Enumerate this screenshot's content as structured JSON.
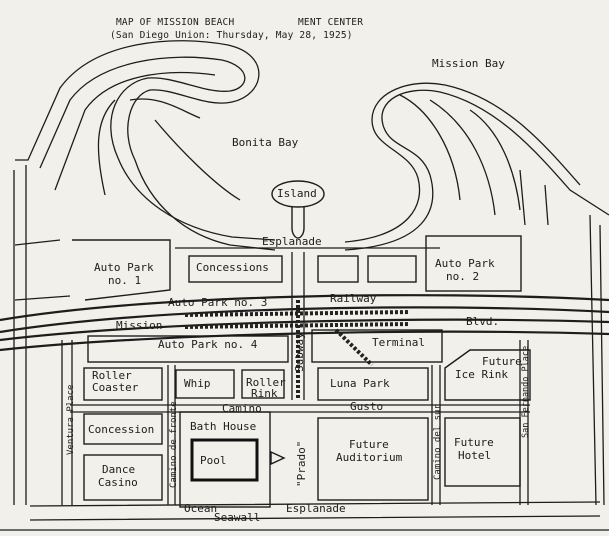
{
  "title": {
    "line1": "MAP OF MISSION BEACH",
    "line1_rest": "MENT CENTER",
    "line2": "(San Diego Union: Thursday, May 28, 1925)"
  },
  "water": {
    "mission_bay": "Mission Bay",
    "bonita_bay": "Bonita Bay"
  },
  "places": {
    "island": "Island",
    "esplanade_top": "Esplanade",
    "auto_park_1_a": "Auto Park",
    "auto_park_1_b": "no. 1",
    "concessions_top": "Concessions",
    "auto_park_2_a": "Auto Park",
    "auto_park_2_b": "no. 2",
    "auto_park_3": "Auto Park no. 3",
    "railway": "Railway",
    "mission": "Mission",
    "blvd": "Blvd.",
    "auto_park_4": "Auto Park no. 4",
    "subway": "Subway",
    "terminal": "Terminal",
    "roller_coaster_a": "Roller",
    "roller_coaster_b": "Coaster",
    "whip": "Whip",
    "roller_rink_a": "Roller",
    "roller_rink_b": "Rink",
    "luna_park": "Luna Park",
    "future_ice_a": "Future",
    "future_ice_b": "Ice Rink",
    "camino": "Camino",
    "gusto": "Gusto",
    "ventura_place": "Ventura Place",
    "concession": "Concession",
    "bath_house": "Bath House",
    "camino_de_fronte": "Camino de fronte",
    "pool": "Pool",
    "prado": "\"Prado\"",
    "future_aud_a": "Future",
    "future_aud_b": "Auditorium",
    "camino_del_sur": "Camino del sur",
    "future_hotel_a": "Future",
    "future_hotel_b": "Hotel",
    "san_fernando": "San Fernando Place",
    "dance_a": "Dance",
    "dance_b": "Casino",
    "ocean": "Ocean",
    "seawall": "Seawall",
    "esplanade_bottom": "Esplanade"
  }
}
